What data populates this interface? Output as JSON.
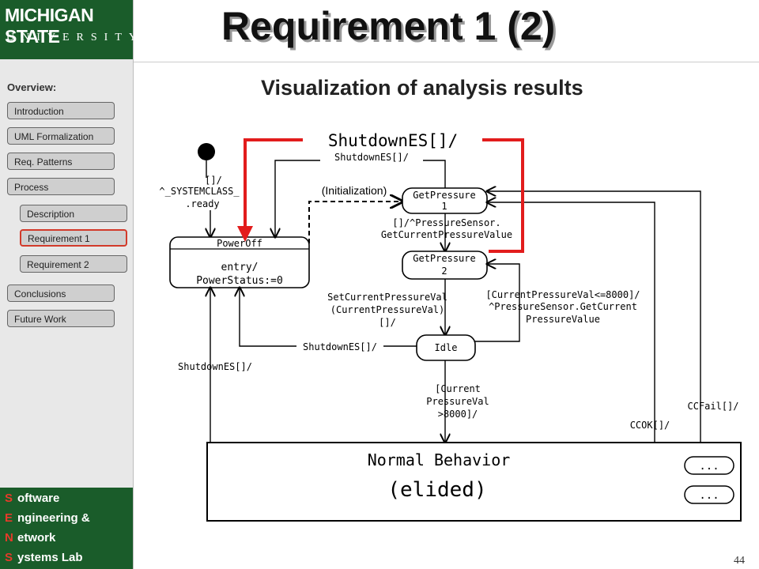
{
  "logo": {
    "line1": "MICHIGAN STATE",
    "line2": "UNIVERSITY"
  },
  "sidebar": {
    "overview_label": "Overview:",
    "items": [
      {
        "label": "Introduction"
      },
      {
        "label": "UML Formalization"
      },
      {
        "label": "Req. Patterns"
      },
      {
        "label": "Process"
      },
      {
        "label": "Description"
      },
      {
        "label": "Requirement 1",
        "active": true
      },
      {
        "label": "Requirement 2"
      },
      {
        "label": "Conclusions"
      },
      {
        "label": "Future Work"
      }
    ]
  },
  "lab": {
    "rows": [
      {
        "letter": "S",
        "rest": "oftware"
      },
      {
        "letter": "E",
        "rest": "ngineering &"
      },
      {
        "letter": "N",
        "rest": "etwork"
      },
      {
        "letter": "S",
        "rest": "ystems Lab"
      }
    ]
  },
  "slide": {
    "title": "Requirement 1 (2)",
    "subtitle": "Visualization of analysis results",
    "page_number": "44"
  },
  "diagram": {
    "highlight_label": "ShutdownES[]/",
    "states": {
      "poweroff": {
        "name": "PowerOff",
        "entry1": "entry/",
        "entry2": "PowerStatus:=0"
      },
      "getpressure1": {
        "line1": "GetPressure",
        "line2": "1"
      },
      "getpressure2": {
        "line1": "GetPressure",
        "line2": "2"
      },
      "idle": {
        "name": "Idle"
      },
      "normal": {
        "line1": "Normal Behavior",
        "line2": "(elided)"
      }
    },
    "labels": {
      "init1": "[]/",
      "init2": "^_SYSTEMCLASS_",
      "init3": ".ready",
      "top_shutdown": "ShutdownES[]/",
      "initialization": "(Initialization)",
      "gp_trans1": "[]/^PressureSensor.",
      "gp_trans2": "GetCurrentPressureValue",
      "set1": "SetCurrentPressureVal",
      "set2": "(CurrentPressureVal)",
      "set3": "[]/",
      "guard1": "[CurrentPressureVal<=8000]/",
      "guard2": "^PressureSensor.GetCurrent",
      "guard3": "PressureValue",
      "idle_shutdown": "ShutdownES[]/",
      "left_shutdown": "ShutdownES[]/",
      "cur1": "[Current",
      "cur2": "PressureVal",
      "cur3": ">8000]/",
      "ccfail": "CCFail[]/",
      "ccok": "CCOK[]/",
      "dots1": "...",
      "dots2": "..."
    },
    "colors": {
      "highlight": "#e21c1c",
      "lab_green": "#1a5c2a",
      "active_border": "#d23a2a"
    }
  }
}
